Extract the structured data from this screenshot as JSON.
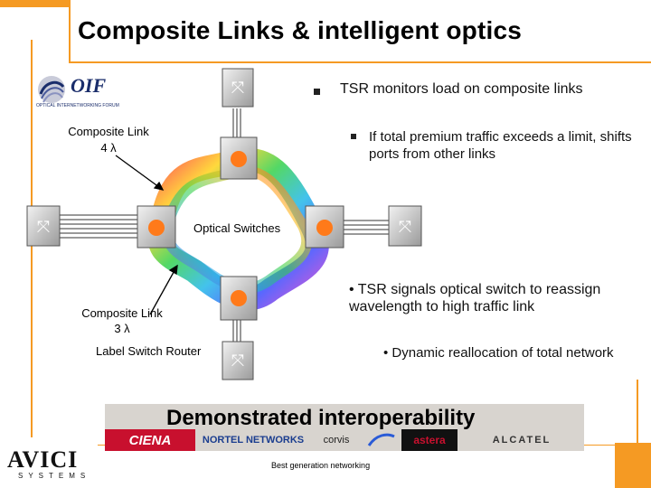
{
  "slide": {
    "title": "Composite Links & intelligent optics",
    "logo_oif": {
      "name": "OIF",
      "subtitle": "OPTICAL INTERNETWORKING FORUM"
    },
    "bullets": [
      {
        "text": "TSR monitors load on composite links",
        "level": 1
      },
      {
        "text": "If total premium traffic exceeds a limit, shifts ports from other links",
        "level": 2
      },
      {
        "text": "• TSR signals optical switch to reassign wavelength to high traffic link",
        "level": 1
      },
      {
        "text": "• Dynamic reallocation of total network",
        "level": 2
      }
    ],
    "diagram": {
      "composite_link_4": "Composite Link",
      "composite_link_4_sub": "4 λ",
      "composite_link_3": "Composite Link",
      "composite_link_3_sub": "3 λ",
      "label_switch_router": "Label Switch Router",
      "optical_switches": "Optical Switches"
    },
    "banner": {
      "title": "Demonstrated interoperability",
      "logos": [
        "CIENA",
        "NORTEL NETWORKS",
        "corvis",
        "",
        "astera",
        "ALCATEL"
      ]
    },
    "footer": {
      "company": "AVICI",
      "company_sub": "SYSTEMS",
      "tagline": "Best generation networking"
    }
  }
}
